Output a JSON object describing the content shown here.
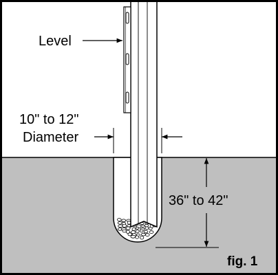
{
  "figure": {
    "level_label": "Level",
    "diameter_label_line1": "10\" to 12\"",
    "diameter_label_line2": "Diameter",
    "depth_label": "36\" to 42\"",
    "fig_label": "fig. 1"
  },
  "colors": {
    "ground": "#bfbfbf",
    "background": "#ffffff",
    "line": "#000000"
  }
}
